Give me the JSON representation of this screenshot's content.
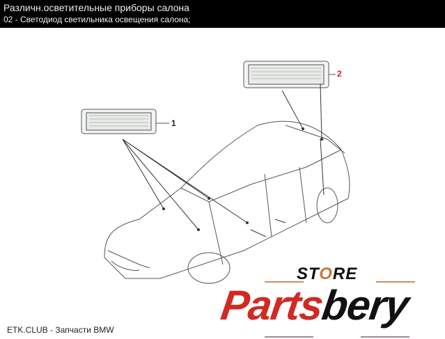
{
  "header": {
    "title": "Различн.осветительные приборы салона",
    "subtitle": "02 - Светодиод светильника освещения салона;"
  },
  "callouts": [
    {
      "label": "1",
      "color": "#222222"
    },
    {
      "label": "2",
      "color": "#d0202a"
    }
  ],
  "footer": {
    "text": "ETK.CLUB - Запчасти BMW"
  },
  "logo": {
    "store_prefix": "ST",
    "store_o": "O",
    "store_suffix": "RE",
    "brand_red": "Parts",
    "brand_black": "bery",
    "red": "#d02a22"
  }
}
